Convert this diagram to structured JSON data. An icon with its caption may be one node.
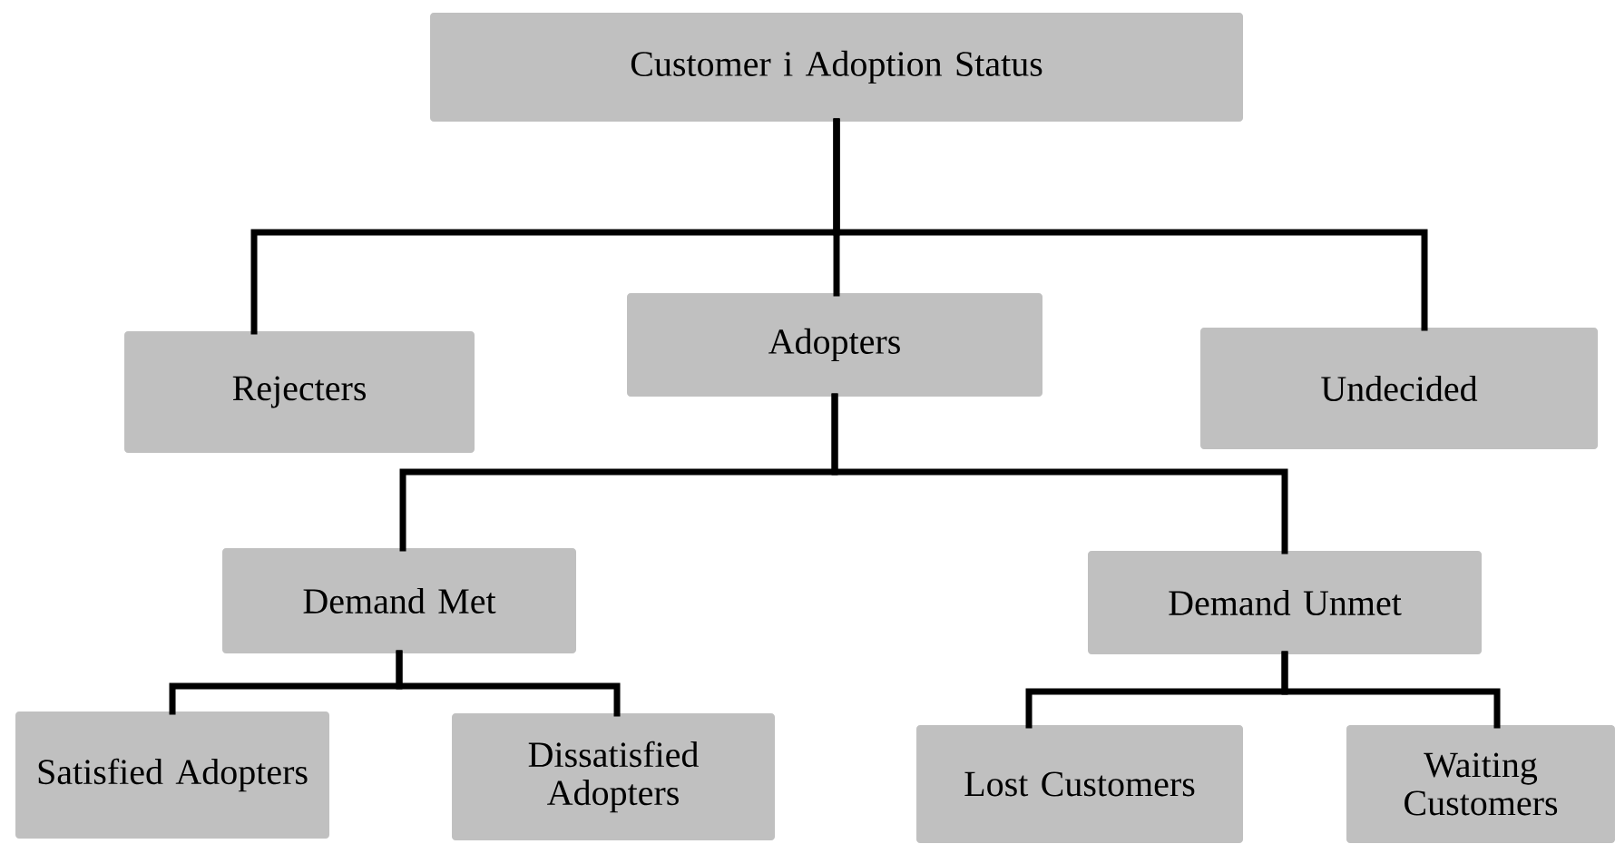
{
  "diagram": {
    "nodes": [
      {
        "text": [
          "Customer i Adoption Status"
        ]
      },
      {
        "text": [
          "Rejecters"
        ]
      },
      {
        "text": [
          "Adopters"
        ]
      },
      {
        "text": [
          "Undecided"
        ]
      },
      {
        "text": [
          "Demand Met"
        ]
      },
      {
        "text": [
          "Demand Unmet"
        ]
      },
      {
        "text": [
          "Satisfied Adopters"
        ]
      },
      {
        "text": [
          "Dissatisfied Adopters"
        ]
      },
      {
        "text": [
          "Lost Customers"
        ]
      },
      {
        "text": [
          "Waiting Customers"
        ]
      }
    ],
    "edges": [
      {
        "from": 0,
        "to": 1,
        "arrow": "none"
      },
      {
        "from": 0,
        "to": 2,
        "arrow": "none"
      },
      {
        "from": 0,
        "to": 3,
        "arrow": "none"
      },
      {
        "from": 2,
        "to": 4,
        "arrow": "none"
      },
      {
        "from": 2,
        "to": 5,
        "arrow": "none"
      },
      {
        "from": 4,
        "to": 6,
        "arrow": "none"
      },
      {
        "from": 4,
        "to": 7,
        "arrow": "none"
      },
      {
        "from": 5,
        "to": 8,
        "arrow": "none"
      },
      {
        "from": 5,
        "to": 9,
        "arrow": "none"
      }
    ]
  }
}
